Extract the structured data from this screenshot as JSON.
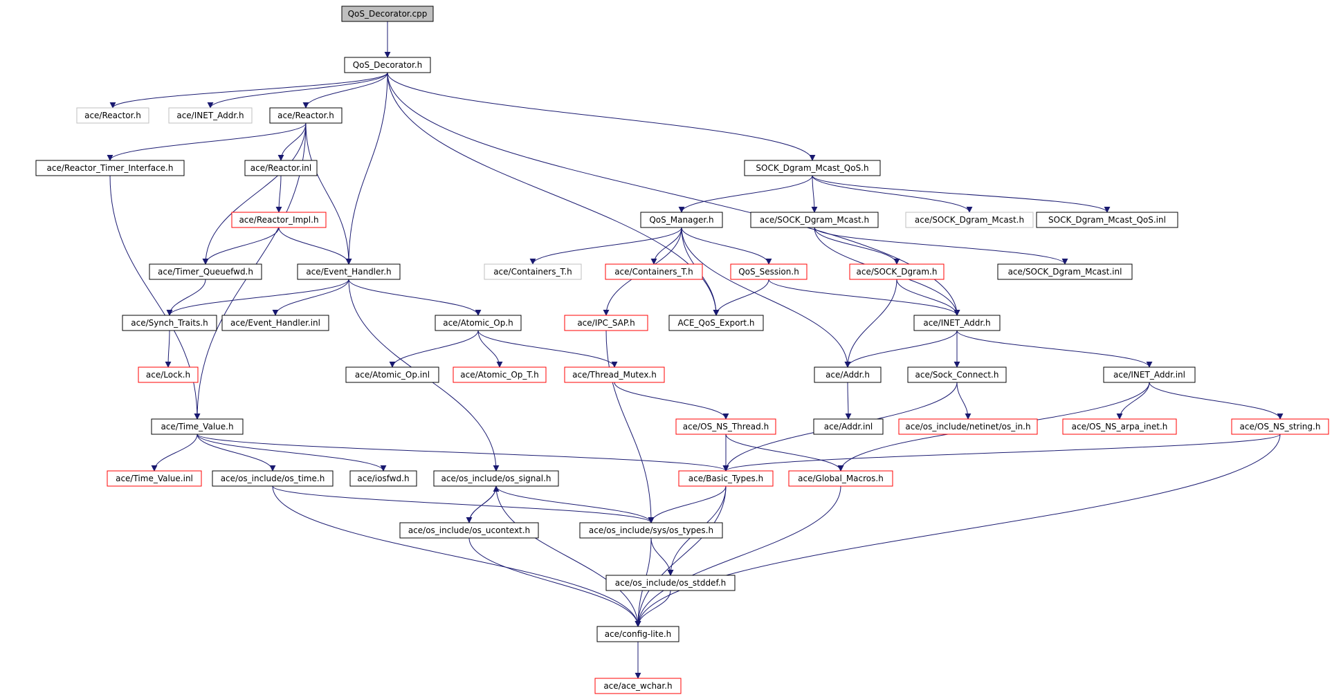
{
  "title": "QoS_Decorator.cpp",
  "colors": {
    "edge": "#191970",
    "box_black": "#000000",
    "box_red": "#ff0000",
    "box_gray": "#bfbfbf",
    "root_fill": "#bfbfbf"
  },
  "nodes": [
    {
      "id": "n_root",
      "label": "QoS_Decorator.cpp",
      "style": "root"
    },
    {
      "id": "n_qosdec_h",
      "label": "QoS_Decorator.h",
      "style": "black"
    },
    {
      "id": "n_reactor_gray",
      "label": "ace/Reactor.h",
      "style": "gray"
    },
    {
      "id": "n_inetaddr_gray",
      "label": "ace/INET_Addr.h",
      "style": "gray"
    },
    {
      "id": "n_reactor_h",
      "label": "ace/Reactor.h",
      "style": "black"
    },
    {
      "id": "n_rti_h",
      "label": "ace/Reactor_Timer_Interface.h",
      "style": "black"
    },
    {
      "id": "n_reactor_inl",
      "label": "ace/Reactor.inl",
      "style": "black"
    },
    {
      "id": "n_reactor_impl",
      "label": "ace/Reactor_Impl.h",
      "style": "red"
    },
    {
      "id": "n_timer_qfwd",
      "label": "ace/Timer_Queuefwd.h",
      "style": "black"
    },
    {
      "id": "n_event_handler_h",
      "label": "ace/Event_Handler.h",
      "style": "black"
    },
    {
      "id": "n_synch_traits",
      "label": "ace/Synch_Traits.h",
      "style": "black"
    },
    {
      "id": "n_event_handler_inl",
      "label": "ace/Event_Handler.inl",
      "style": "black"
    },
    {
      "id": "n_lock_h",
      "label": "ace/Lock.h",
      "style": "red"
    },
    {
      "id": "n_atomic_op_h",
      "label": "ace/Atomic_Op.h",
      "style": "black"
    },
    {
      "id": "n_atomic_op_inl",
      "label": "ace/Atomic_Op.inl",
      "style": "black"
    },
    {
      "id": "n_atomic_op_t",
      "label": "ace/Atomic_Op_T.h",
      "style": "red"
    },
    {
      "id": "n_thread_mutex",
      "label": "ace/Thread_Mutex.h",
      "style": "red"
    },
    {
      "id": "n_sdmq_h",
      "label": "SOCK_Dgram_Mcast_QoS.h",
      "style": "black"
    },
    {
      "id": "n_qos_manager",
      "label": "QoS_Manager.h",
      "style": "black"
    },
    {
      "id": "n_sock_dgram_mcast",
      "label": "ace/SOCK_Dgram_Mcast.h",
      "style": "black"
    },
    {
      "id": "n_sock_dgram_mcast_gray",
      "label": "ace/SOCK_Dgram_Mcast.h",
      "style": "gray"
    },
    {
      "id": "n_sdmq_inl",
      "label": "SOCK_Dgram_Mcast_QoS.inl",
      "style": "black"
    },
    {
      "id": "n_containers_gray",
      "label": "ace/Containers_T.h",
      "style": "gray"
    },
    {
      "id": "n_containers_red",
      "label": "ace/Containers_T.h",
      "style": "red"
    },
    {
      "id": "n_qos_session",
      "label": "QoS_Session.h",
      "style": "red"
    },
    {
      "id": "n_sock_dgram",
      "label": "ace/SOCK_Dgram.h",
      "style": "red"
    },
    {
      "id": "n_sdm_inl",
      "label": "ace/SOCK_Dgram_Mcast.inl",
      "style": "black"
    },
    {
      "id": "n_ipc_sap",
      "label": "ace/IPC_SAP.h",
      "style": "red"
    },
    {
      "id": "n_ace_qos_export",
      "label": "ACE_QoS_Export.h",
      "style": "black"
    },
    {
      "id": "n_inet_addr_h",
      "label": "ace/INET_Addr.h",
      "style": "black"
    },
    {
      "id": "n_addr_h",
      "label": "ace/Addr.h",
      "style": "black"
    },
    {
      "id": "n_sock_connect",
      "label": "ace/Sock_Connect.h",
      "style": "black"
    },
    {
      "id": "n_inet_addr_inl",
      "label": "ace/INET_Addr.inl",
      "style": "black"
    },
    {
      "id": "n_addr_inl",
      "label": "ace/Addr.inl",
      "style": "black"
    },
    {
      "id": "n_os_in",
      "label": "ace/os_include/netinet/os_in.h",
      "style": "red"
    },
    {
      "id": "n_os_ns_arpa",
      "label": "ace/OS_NS_arpa_inet.h",
      "style": "red"
    },
    {
      "id": "n_os_ns_string",
      "label": "ace/OS_NS_string.h",
      "style": "red"
    },
    {
      "id": "n_os_ns_thread",
      "label": "ace/OS_NS_Thread.h",
      "style": "red"
    },
    {
      "id": "n_time_value_h",
      "label": "ace/Time_Value.h",
      "style": "black"
    },
    {
      "id": "n_time_value_inl",
      "label": "ace/Time_Value.inl",
      "style": "red"
    },
    {
      "id": "n_os_time",
      "label": "ace/os_include/os_time.h",
      "style": "black"
    },
    {
      "id": "n_iosfwd",
      "label": "ace/iosfwd.h",
      "style": "black"
    },
    {
      "id": "n_os_signal",
      "label": "ace/os_include/os_signal.h",
      "style": "black"
    },
    {
      "id": "n_basic_types",
      "label": "ace/Basic_Types.h",
      "style": "red"
    },
    {
      "id": "n_global_macros",
      "label": "ace/Global_Macros.h",
      "style": "red"
    },
    {
      "id": "n_os_ucontext",
      "label": "ace/os_include/os_ucontext.h",
      "style": "black"
    },
    {
      "id": "n_sys_os_types",
      "label": "ace/os_include/sys/os_types.h",
      "style": "black"
    },
    {
      "id": "n_os_stddef",
      "label": "ace/os_include/os_stddef.h",
      "style": "black"
    },
    {
      "id": "n_config_lite",
      "label": "ace/config-lite.h",
      "style": "black"
    },
    {
      "id": "n_ace_wchar",
      "label": "ace/ace_wchar.h",
      "style": "red"
    }
  ],
  "edges": [
    [
      "n_root",
      "n_qosdec_h"
    ],
    [
      "n_qosdec_h",
      "n_reactor_gray"
    ],
    [
      "n_qosdec_h",
      "n_inetaddr_gray"
    ],
    [
      "n_qosdec_h",
      "n_reactor_h"
    ],
    [
      "n_qosdec_h",
      "n_event_handler_h"
    ],
    [
      "n_qosdec_h",
      "n_ace_qos_export"
    ],
    [
      "n_qosdec_h",
      "n_sdmq_h"
    ],
    [
      "n_qosdec_h",
      "n_inet_addr_h"
    ],
    [
      "n_reactor_h",
      "n_rti_h"
    ],
    [
      "n_reactor_h",
      "n_reactor_inl"
    ],
    [
      "n_reactor_h",
      "n_timer_qfwd"
    ],
    [
      "n_reactor_h",
      "n_event_handler_h"
    ],
    [
      "n_reactor_h",
      "n_time_value_h"
    ],
    [
      "n_rti_h",
      "n_time_value_h"
    ],
    [
      "n_reactor_inl",
      "n_reactor_impl"
    ],
    [
      "n_reactor_impl",
      "n_timer_qfwd"
    ],
    [
      "n_reactor_impl",
      "n_event_handler_h"
    ],
    [
      "n_timer_qfwd",
      "n_synch_traits"
    ],
    [
      "n_event_handler_h",
      "n_synch_traits"
    ],
    [
      "n_event_handler_h",
      "n_event_handler_inl"
    ],
    [
      "n_event_handler_h",
      "n_atomic_op_h"
    ],
    [
      "n_event_handler_h",
      "n_os_signal"
    ],
    [
      "n_synch_traits",
      "n_lock_h"
    ],
    [
      "n_atomic_op_h",
      "n_atomic_op_inl"
    ],
    [
      "n_atomic_op_h",
      "n_atomic_op_t"
    ],
    [
      "n_atomic_op_h",
      "n_thread_mutex"
    ],
    [
      "n_thread_mutex",
      "n_os_ns_thread"
    ],
    [
      "n_sdmq_h",
      "n_qos_manager"
    ],
    [
      "n_sdmq_h",
      "n_sock_dgram_mcast"
    ],
    [
      "n_sdmq_h",
      "n_sock_dgram_mcast_gray"
    ],
    [
      "n_sdmq_h",
      "n_sdmq_inl"
    ],
    [
      "n_qos_manager",
      "n_containers_gray"
    ],
    [
      "n_qos_manager",
      "n_containers_red"
    ],
    [
      "n_qos_manager",
      "n_qos_session"
    ],
    [
      "n_qos_manager",
      "n_ace_qos_export"
    ],
    [
      "n_qos_manager",
      "n_addr_h"
    ],
    [
      "n_qos_manager",
      "n_ipc_sap"
    ],
    [
      "n_qos_session",
      "n_ace_qos_export"
    ],
    [
      "n_qos_session",
      "n_inet_addr_h"
    ],
    [
      "n_sock_dgram_mcast",
      "n_sock_dgram"
    ],
    [
      "n_sock_dgram_mcast",
      "n_sdm_inl"
    ],
    [
      "n_sock_dgram_mcast",
      "n_inet_addr_h"
    ],
    [
      "n_sock_dgram",
      "n_inet_addr_h"
    ],
    [
      "n_sock_dgram",
      "n_addr_h"
    ],
    [
      "n_ipc_sap",
      "n_sys_os_types"
    ],
    [
      "n_inet_addr_h",
      "n_addr_h"
    ],
    [
      "n_inet_addr_h",
      "n_sock_connect"
    ],
    [
      "n_inet_addr_h",
      "n_inet_addr_inl"
    ],
    [
      "n_addr_h",
      "n_addr_inl"
    ],
    [
      "n_sock_connect",
      "n_os_in"
    ],
    [
      "n_sock_connect",
      "n_basic_types"
    ],
    [
      "n_inet_addr_inl",
      "n_os_ns_arpa"
    ],
    [
      "n_inet_addr_inl",
      "n_os_ns_string"
    ],
    [
      "n_inet_addr_inl",
      "n_global_macros"
    ],
    [
      "n_os_ns_string",
      "n_basic_types"
    ],
    [
      "n_os_ns_string",
      "n_config_lite"
    ],
    [
      "n_os_ns_thread",
      "n_basic_types"
    ],
    [
      "n_os_ns_thread",
      "n_global_macros"
    ],
    [
      "n_time_value_h",
      "n_time_value_inl"
    ],
    [
      "n_time_value_h",
      "n_os_time"
    ],
    [
      "n_time_value_h",
      "n_iosfwd"
    ],
    [
      "n_time_value_h",
      "n_basic_types"
    ],
    [
      "n_os_time",
      "n_sys_os_types"
    ],
    [
      "n_os_time",
      "n_config_lite"
    ],
    [
      "n_os_signal",
      "n_os_ucontext"
    ],
    [
      "n_os_signal",
      "n_sys_os_types"
    ],
    [
      "n_os_signal",
      "n_config_lite"
    ],
    [
      "n_os_ucontext",
      "n_os_signal"
    ],
    [
      "n_os_ucontext",
      "n_config_lite"
    ],
    [
      "n_basic_types",
      "n_sys_os_types"
    ],
    [
      "n_basic_types",
      "n_os_stddef"
    ],
    [
      "n_basic_types",
      "n_config_lite"
    ],
    [
      "n_global_macros",
      "n_config_lite"
    ],
    [
      "n_sys_os_types",
      "n_os_stddef"
    ],
    [
      "n_sys_os_types",
      "n_config_lite"
    ],
    [
      "n_os_stddef",
      "n_config_lite"
    ],
    [
      "n_config_lite",
      "n_ace_wchar"
    ]
  ]
}
